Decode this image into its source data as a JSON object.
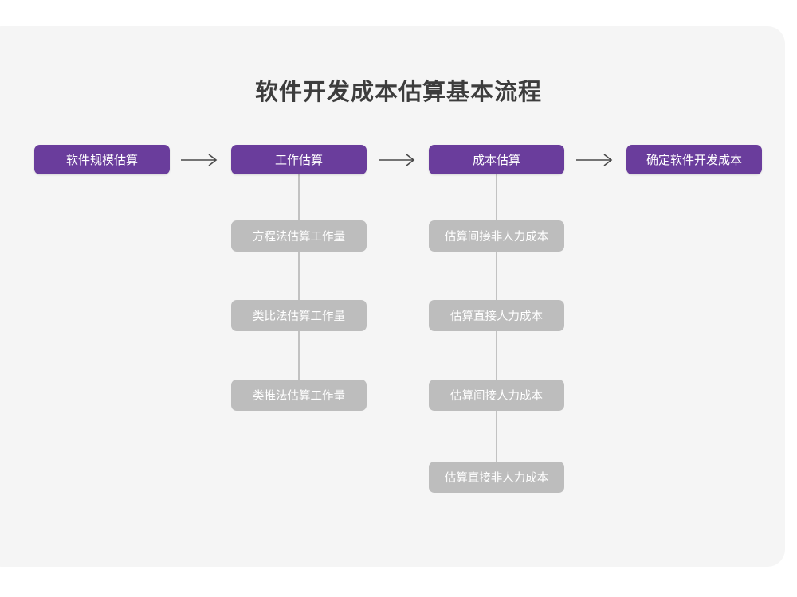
{
  "diagram": {
    "title": "软件开发成本估算基本流程",
    "colors": {
      "card_background": "#f5f5f5",
      "page_background": "#ffffff",
      "primary_node": "#6a3d9c",
      "secondary_node": "#bdbdbd",
      "connector_line": "#c2c2c2",
      "arrow": "#4a4a4a",
      "title_text": "#3d3d3d",
      "node_text": "#ffffff"
    },
    "icons": {
      "arrow": "arrow-right-icon"
    },
    "primary_steps": [
      {
        "label": "软件规模估算"
      },
      {
        "label": "工作估算"
      },
      {
        "label": "成本估算"
      },
      {
        "label": "确定软件开发成本"
      }
    ],
    "arrows": [
      {
        "label": "→"
      },
      {
        "label": "→"
      },
      {
        "label": "→"
      }
    ],
    "branches": [
      {
        "parent": "工作估算",
        "items": [
          {
            "label": "方程法估算工作量"
          },
          {
            "label": "类比法估算工作量"
          },
          {
            "label": "类推法估算工作量"
          }
        ]
      },
      {
        "parent": "成本估算",
        "items": [
          {
            "label": "估算间接非人力成本"
          },
          {
            "label": "估算直接人力成本"
          },
          {
            "label": "估算间接人力成本"
          },
          {
            "label": "估算直接非人力成本"
          }
        ]
      }
    ]
  }
}
